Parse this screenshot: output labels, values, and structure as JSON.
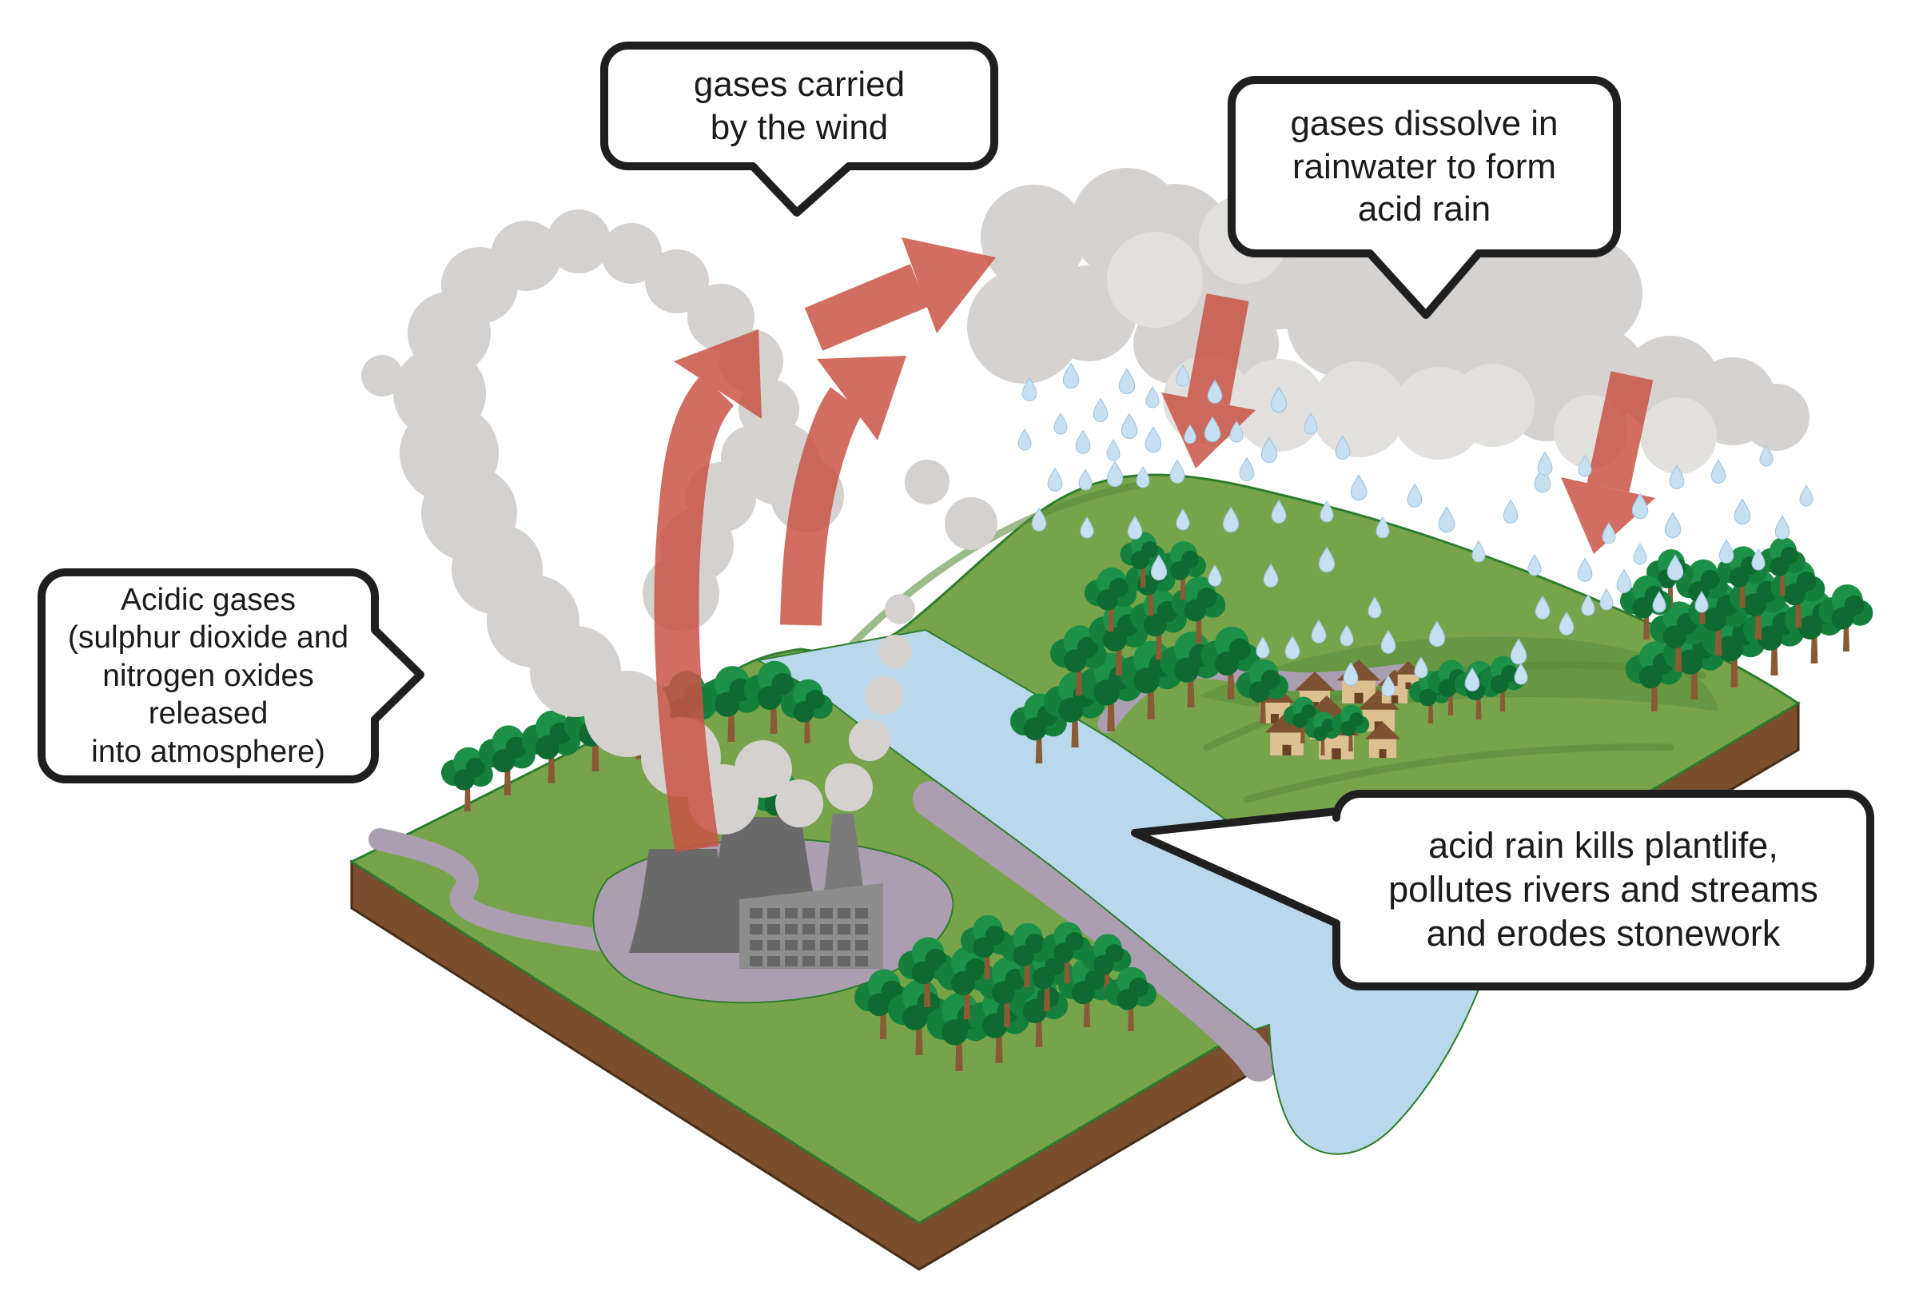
{
  "diagram": {
    "title_semantic": "acid rain formation diagram",
    "callouts": {
      "wind": {
        "text": "gases carried\nby the wind"
      },
      "dissolve": {
        "text": "gases dissolve in\nrainwater to form\nacid rain"
      },
      "acidic_gases": {
        "text": "Acidic gases\n(sulphur dioxide and\nnitrogen oxides released\ninto atmosphere)"
      },
      "effects": {
        "text": "acid rain kills plantlife,\npollutes rivers and streams\nand erodes stonework"
      }
    }
  },
  "scene": {
    "colors": {
      "grass": "#77a44a",
      "grassDark": "#5a8c3c",
      "outline": "#2e7d2e",
      "soil": "#7b4f2e",
      "soilDark": "#462d18",
      "road": "#ab9eb1",
      "river": "#b9d8ec",
      "smoke": "#d4d1ce",
      "cloud": "#d5d2cf",
      "cloudLight": "#e2e0dd",
      "arrow": "#c95446",
      "rainFill": "#c6e0f2",
      "rainStroke": "#9fc5de",
      "canopy": "#15803c",
      "canopyDark": "#0e6a30",
      "canopyLight": "#1c9147",
      "trunk": "#8a5a35",
      "houseWall": "#dcc091",
      "houseRoof": "#7d5233",
      "houseDoor": "#6b4226",
      "towerGrey": "#6a6a6a",
      "buildingGrey": "#8c8c8c",
      "chimneyGrey": "#7a7a7a",
      "windowGrey": "#666666",
      "bubbleFill": "#ffffff",
      "bubbleStroke": "#1f1f1f"
    },
    "smoke": [
      [
        905,
        1000,
        44
      ],
      [
        955,
        962,
        36
      ],
      [
        1000,
        1005,
        30
      ],
      [
        852,
        947,
        50
      ],
      [
        785,
        893,
        54
      ],
      [
        720,
        840,
        57
      ],
      [
        667,
        777,
        58
      ],
      [
        622,
        712,
        57
      ],
      [
        587,
        642,
        60
      ],
      [
        562,
        567,
        62
      ],
      [
        550,
        492,
        58
      ],
      [
        562,
        417,
        52
      ],
      [
        600,
        357,
        48
      ],
      [
        658,
        320,
        44
      ],
      [
        724,
        302,
        40
      ],
      [
        790,
        317,
        38
      ],
      [
        847,
        352,
        40
      ],
      [
        902,
        397,
        42
      ],
      [
        940,
        452,
        40
      ],
      [
        962,
        512,
        38
      ],
      [
        942,
        572,
        40
      ],
      [
        902,
        622,
        44
      ],
      [
        872,
        682,
        46
      ],
      [
        852,
        742,
        48
      ],
      [
        975,
        580,
        52
      ],
      [
        1010,
        620,
        46
      ],
      [
        1215,
        655,
        33
      ],
      [
        1160,
        603,
        28
      ],
      [
        478,
        470,
        26
      ],
      [
        1062,
        985,
        30
      ],
      [
        1088,
        926,
        26
      ],
      [
        1106,
        870,
        24
      ],
      [
        1120,
        815,
        21
      ],
      [
        1126,
        762,
        19
      ]
    ],
    "cloudMain": [
      [
        1293,
        297,
        66
      ],
      [
        1410,
        280,
        70
      ],
      [
        1282,
        408,
        72
      ],
      [
        1362,
        392,
        60
      ],
      [
        1470,
        302,
        72
      ],
      [
        1525,
        362,
        64
      ],
      [
        1600,
        332,
        80
      ],
      [
        1700,
        302,
        86
      ],
      [
        1800,
        312,
        88
      ],
      [
        1900,
        332,
        80
      ],
      [
        1985,
        367,
        70
      ],
      [
        1680,
        402,
        70
      ],
      [
        1780,
        417,
        75
      ],
      [
        1878,
        420,
        68
      ],
      [
        1958,
        420,
        60
      ],
      [
        1545,
        430,
        55
      ],
      [
        1468,
        430,
        50
      ],
      [
        2000,
        470,
        60
      ],
      [
        2090,
        482,
        62
      ],
      [
        2168,
        502,
        55
      ],
      [
        2222,
        522,
        42
      ],
      [
        1935,
        502,
        50
      ]
    ],
    "cloudLight": [
      [
        1510,
        500,
        55
      ],
      [
        1600,
        507,
        58
      ],
      [
        1700,
        512,
        60
      ],
      [
        1800,
        517,
        58
      ],
      [
        1868,
        507,
        52
      ],
      [
        1990,
        540,
        46
      ],
      [
        2100,
        545,
        48
      ],
      [
        1445,
        350,
        60
      ],
      [
        1555,
        300,
        55
      ]
    ],
    "rain": [
      [
        1340,
        470,
        1.2
      ],
      [
        1288,
        487,
        1.1
      ],
      [
        1410,
        477,
        1.2
      ],
      [
        1442,
        497,
        1.0
      ],
      [
        1377,
        513,
        1.1
      ],
      [
        1327,
        530,
        1.0
      ],
      [
        1413,
        533,
        1.2
      ],
      [
        1282,
        550,
        1.0
      ],
      [
        1355,
        553,
        1.1
      ],
      [
        1393,
        563,
        1.0
      ],
      [
        1443,
        550,
        1.2
      ],
      [
        1320,
        600,
        1.1
      ],
      [
        1358,
        600,
        1.0
      ],
      [
        1395,
        593,
        1.2
      ],
      [
        1430,
        597,
        1.0
      ],
      [
        1473,
        590,
        1.1
      ],
      [
        1517,
        537,
        1.2
      ],
      [
        1547,
        540,
        1.0
      ],
      [
        1560,
        587,
        1.1
      ],
      [
        1588,
        563,
        1.2
      ],
      [
        1480,
        470,
        1.0
      ],
      [
        1520,
        490,
        1.1
      ],
      [
        1600,
        500,
        1.2
      ],
      [
        1640,
        530,
        1.0
      ],
      [
        1680,
        560,
        1.1
      ],
      [
        1700,
        610,
        1.2
      ],
      [
        1660,
        640,
        1.0
      ],
      [
        1600,
        640,
        1.1
      ],
      [
        1540,
        650,
        1.2
      ],
      [
        1480,
        650,
        1.0
      ],
      [
        1420,
        660,
        1.1
      ],
      [
        1360,
        660,
        1.0
      ],
      [
        1300,
        650,
        1.1
      ],
      [
        1450,
        710,
        1.2
      ],
      [
        1520,
        720,
        1.0
      ],
      [
        1590,
        720,
        1.1
      ],
      [
        1660,
        700,
        1.2
      ],
      [
        1730,
        660,
        1.0
      ],
      [
        1770,
        620,
        1.1
      ],
      [
        1810,
        650,
        1.2
      ],
      [
        1850,
        690,
        1.0
      ],
      [
        1890,
        640,
        1.1
      ],
      [
        1930,
        600,
        1.2
      ],
      [
        1720,
        760,
        1.0
      ],
      [
        1650,
        790,
        1.1
      ],
      [
        1580,
        810,
        1.0
      ],
      [
        1617,
        810,
        1.1
      ],
      [
        1685,
        795,
        1.0
      ],
      [
        1737,
        803,
        1.1
      ],
      [
        1798,
        793,
        1.2
      ],
      [
        1778,
        835,
        1.0
      ],
      [
        1690,
        843,
        1.1
      ],
      [
        1737,
        858,
        1.0
      ],
      [
        1842,
        850,
        1.1
      ],
      [
        1900,
        815,
        1.2
      ],
      [
        1903,
        843,
        1.0
      ],
      [
        1960,
        780,
        1.1
      ],
      [
        2010,
        750,
        1.0
      ],
      [
        1933,
        580,
        1.1
      ],
      [
        1983,
        583,
        1.0
      ],
      [
        2052,
        633,
        1.2
      ],
      [
        2098,
        597,
        1.1
      ],
      [
        2013,
        667,
        1.0
      ],
      [
        1983,
        713,
        1.1
      ],
      [
        1920,
        707,
        1.0
      ],
      [
        2093,
        657,
        1.2
      ],
      [
        2052,
        693,
        1.0
      ],
      [
        2032,
        727,
        1.1
      ],
      [
        2076,
        753,
        1.0
      ],
      [
        2096,
        710,
        1.2
      ],
      [
        2129,
        753,
        1.0
      ],
      [
        1930,
        760,
        1.1
      ],
      [
        1987,
        757,
        1.0
      ],
      [
        2160,
        690,
        1.1
      ],
      [
        2180,
        640,
        1.2
      ],
      [
        2200,
        700,
        1.0
      ],
      [
        2230,
        660,
        1.1
      ],
      [
        2260,
        620,
        1.0
      ],
      [
        2150,
        590,
        1.1
      ],
      [
        2210,
        570,
        1.0
      ],
      [
        1489,
        543,
        0.9
      ]
    ],
    "treesBack": [
      [
        585,
        1015,
        1.1
      ],
      [
        635,
        995,
        1.2
      ],
      [
        690,
        980,
        1.25
      ],
      [
        745,
        965,
        1.3
      ],
      [
        800,
        950,
        1.3
      ],
      [
        858,
        938,
        1.35
      ],
      [
        915,
        928,
        1.3
      ],
      [
        968,
        918,
        1.25
      ],
      [
        1010,
        930,
        1.1
      ],
      [
        975,
        1048,
        1.15
      ]
    ],
    "treesHill": [
      [
        1300,
        955,
        1.2
      ],
      [
        1345,
        935,
        1.3
      ],
      [
        1390,
        915,
        1.35
      ],
      [
        1440,
        900,
        1.35
      ],
      [
        1490,
        885,
        1.3
      ],
      [
        1540,
        875,
        1.25
      ],
      [
        1580,
        905,
        1.1
      ],
      [
        1350,
        870,
        1.2
      ],
      [
        1400,
        845,
        1.25
      ],
      [
        1450,
        825,
        1.2
      ],
      [
        1500,
        805,
        1.15
      ],
      [
        1390,
        790,
        1.1
      ],
      [
        1440,
        770,
        1.05
      ],
      [
        1480,
        750,
        1.0
      ],
      [
        1430,
        735,
        0.95
      ],
      [
        1630,
        930,
        0.8
      ],
      [
        1655,
        945,
        0.75
      ],
      [
        1690,
        940,
        0.8
      ],
      [
        1790,
        905,
        0.9
      ],
      [
        1815,
        895,
        0.95
      ],
      [
        1850,
        900,
        1.0
      ],
      [
        1880,
        890,
        0.95
      ],
      [
        2070,
        890,
        1.2
      ],
      [
        2120,
        875,
        1.3
      ],
      [
        2170,
        860,
        1.35
      ],
      [
        2220,
        845,
        1.3
      ],
      [
        2270,
        830,
        1.25
      ],
      [
        2310,
        815,
        1.15
      ],
      [
        2100,
        840,
        1.2
      ],
      [
        2150,
        820,
        1.25
      ],
      [
        2200,
        800,
        1.2
      ],
      [
        2250,
        785,
        1.15
      ],
      [
        2130,
        780,
        1.1
      ],
      [
        2180,
        760,
        1.05
      ],
      [
        2230,
        745,
        1.0
      ],
      [
        2090,
        760,
        1.0
      ],
      [
        2060,
        800,
        1.1
      ]
    ],
    "treesFront": [
      [
        1105,
        1300,
        1.2
      ],
      [
        1150,
        1320,
        1.3
      ],
      [
        1200,
        1340,
        1.35
      ],
      [
        1250,
        1330,
        1.3
      ],
      [
        1300,
        1310,
        1.25
      ],
      [
        1160,
        1260,
        1.2
      ],
      [
        1210,
        1275,
        1.25
      ],
      [
        1260,
        1285,
        1.2
      ],
      [
        1310,
        1265,
        1.15
      ],
      [
        1360,
        1285,
        1.2
      ],
      [
        1235,
        1225,
        1.1
      ],
      [
        1285,
        1235,
        1.1
      ],
      [
        1335,
        1230,
        1.05
      ],
      [
        1385,
        1245,
        1.05
      ],
      [
        1415,
        1290,
        1.1
      ]
    ],
    "houses": [
      [
        1595,
        905,
        1.0
      ],
      [
        1645,
        890,
        1.0
      ],
      [
        1700,
        880,
        1.1
      ],
      [
        1660,
        925,
        1.1
      ],
      [
        1725,
        915,
        1.05
      ],
      [
        1610,
        945,
        1.1
      ],
      [
        1672,
        950,
        1.15
      ],
      [
        1745,
        880,
        0.85
      ],
      [
        1762,
        862,
        0.7
      ],
      [
        1730,
        948,
        0.9
      ]
    ]
  }
}
